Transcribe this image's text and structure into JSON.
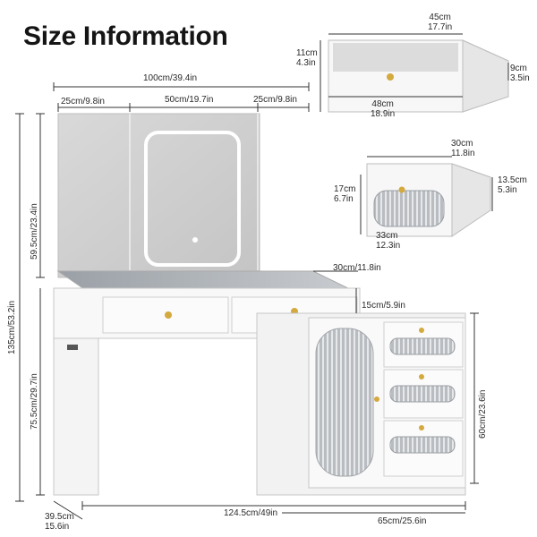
{
  "title": "Size Information",
  "dimensions": {
    "top_total_width": "100cm/39.4in",
    "top_left_panel": "25cm/9.8in",
    "top_center_panel": "50cm/19.7in",
    "top_right_panel": "25cm/9.8in",
    "mirror_height": "59.5cm/23.4in",
    "total_height": "135cm/53.2in",
    "desk_height": "75.5cm/29.7in",
    "desk_depth_top": "30cm/11.8in",
    "side_cabinet_offset": "15cm/5.9in",
    "cabinet_height": "60cm/23.6in",
    "bottom_depth_cm": "39.5cm",
    "bottom_depth_in": "15.6in",
    "total_length": "124.5cm/49in",
    "cabinet_width": "65cm/25.6in"
  },
  "big_drawer": {
    "width_cm": "45cm",
    "width_in": "17.7in",
    "height_cm": "11cm",
    "height_in": "4.3in",
    "side_cm": "9cm",
    "side_in": "3.5in",
    "depth_cm": "48cm",
    "depth_in": "18.9in"
  },
  "small_drawer": {
    "width_cm": "30cm",
    "width_in": "11.8in",
    "height_cm": "17cm",
    "height_in": "6.7in",
    "side_cm": "13.5cm",
    "side_in": "5.3in",
    "depth_cm": "33cm",
    "depth_in": "12.3in"
  }
}
